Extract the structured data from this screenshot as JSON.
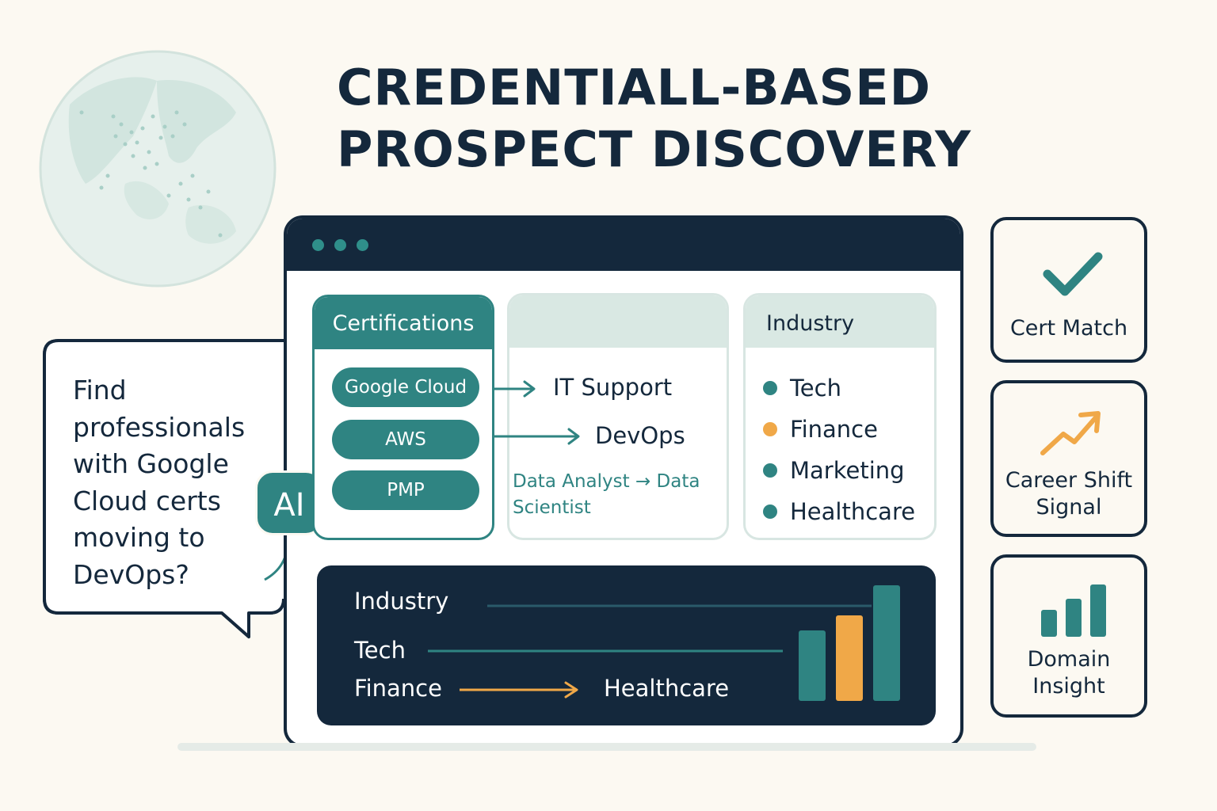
{
  "title": {
    "line1": "CREDENTIALL-BASED",
    "line2": "PROSPECT DISCOVERY"
  },
  "query": {
    "text": "Find professionals with Google Cloud certs moving to DevOps?",
    "badge": "AI"
  },
  "certifications": {
    "header": "Certifications",
    "items": [
      "Google Cloud",
      "AWS",
      "PMP"
    ]
  },
  "roles": {
    "items": [
      "IT Support",
      "DevOps"
    ],
    "transition_note": "Data Analyst → Data Scientist"
  },
  "industry": {
    "header": "Industry",
    "items": [
      {
        "label": "Tech",
        "color": "#2f8482"
      },
      {
        "label": "Finance",
        "color": "#f0a848"
      },
      {
        "label": "Marketing",
        "color": "#2f8482"
      },
      {
        "label": "Healthcare",
        "color": "#2f8482"
      }
    ]
  },
  "industry_panel": {
    "header": "Industry",
    "row1": "Tech",
    "from": "Finance",
    "to": "Healthcare",
    "bars": [
      {
        "value": 0.61,
        "color": "#2f8482"
      },
      {
        "value": 0.74,
        "color": "#f0a848"
      },
      {
        "value": 1.0,
        "color": "#2f8482"
      }
    ]
  },
  "features": {
    "cert_match": {
      "label": "Cert Match",
      "icon": "checkmark-icon"
    },
    "career_shift": {
      "label_line1": "Career Shift",
      "label_line2": "Signal",
      "icon": "trend-up-icon"
    },
    "domain_insight": {
      "label_line1": "Domain",
      "label_line2": "Insight",
      "icon": "bar-chart-icon"
    }
  },
  "colors": {
    "navy": "#14283c",
    "teal": "#2f8482",
    "orange": "#f0a848",
    "pale_teal": "#d9e8e3",
    "background": "#fcf9f2"
  }
}
